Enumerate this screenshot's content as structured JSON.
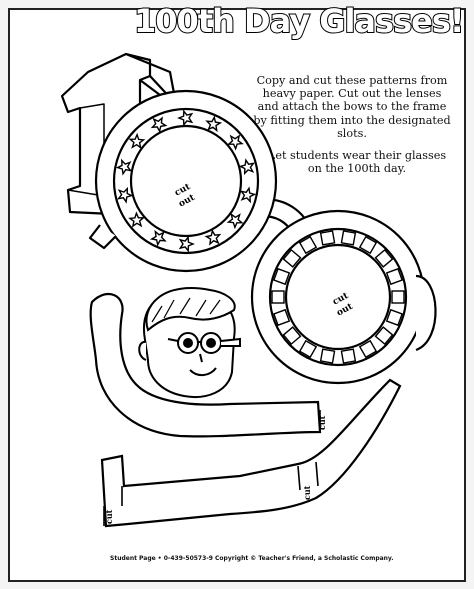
{
  "title": "100th Day Glasses!",
  "instructions": {
    "paragraph_1": "Copy and cut these patterns from heavy paper. Cut out the lenses and attach the bows to the frame by fitting them into the designated slots.",
    "paragraph_2": "Let students wear their glasses on the 100th day."
  },
  "lens_labels": {
    "left_line1": "cut",
    "left_line2": "out",
    "right_line1": "cut",
    "right_line2": "out"
  },
  "bow_labels": {
    "bottom_slot": "cut",
    "upper_slot": "cut",
    "right_slot": "cut"
  },
  "footer": "Student Page • 0-439-50573-9 Copyright © Teacher's Friend, a Scholastic Company.",
  "icons": [
    "star-icon",
    "child-face-illustration",
    "glasses-icon"
  ]
}
